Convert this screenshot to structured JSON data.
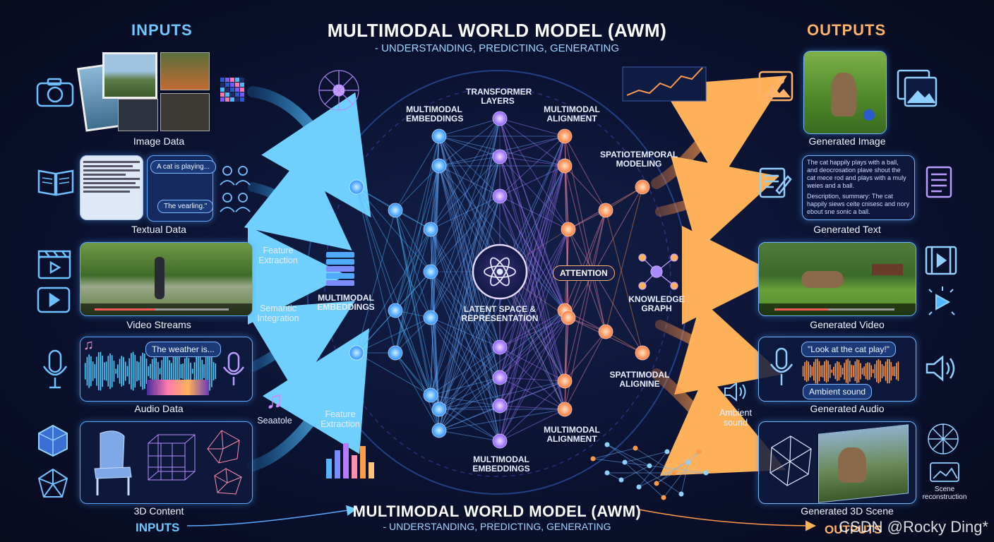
{
  "header": {
    "title": "MULTIMODAL WORLD MODEL (AWM)",
    "subtitle": "- UNDERSTANDING, PREDICTING, GENERATING"
  },
  "footer": {
    "title": "MULTIMODAL WORLD MODEL (AWM)",
    "subtitle": "- UNDERSTANDING, PREDICTING, GENERATING",
    "inputs_label": "INPUTS",
    "outputs_label": "OUTPUTS"
  },
  "inputs": {
    "heading": "INPUTS",
    "items": [
      {
        "caption": "Image Data"
      },
      {
        "caption": "Textual Data",
        "bubble1": "A cat is playing...",
        "bubble2": "The vearling.\""
      },
      {
        "caption": "Video Streams"
      },
      {
        "caption": "Audio Data",
        "bubble1": "The weather is..."
      },
      {
        "caption": "3D Content"
      }
    ]
  },
  "outputs": {
    "heading": "OUTPUTS",
    "items": [
      {
        "caption": "Generated Image"
      },
      {
        "caption": "Generated Text",
        "text1": "The cat happily plays with a ball, and deocrosation plave shout the cat mece rod and plays with a muly weies and a ball.",
        "text2": "Description, summary: The cat happily siews ceite cnisesc and nory ebout sne sonic a ball."
      },
      {
        "caption": "Generated Video"
      },
      {
        "caption": "Generated Audio",
        "bubble1": "\"Look at the cat play!\"",
        "bubble2": "Ambient sound"
      },
      {
        "caption": "Generated 3D Scene",
        "side": "Scene reconstruction"
      }
    ]
  },
  "network": {
    "top_left": "MULTIMODAL EMBEDDINGS",
    "top_mid": "TRANSFORMER LAYERS",
    "top_right": "MULTIMODAL ALIGNMENT",
    "spatiotemporal": "SPATIOTEMPORAL MODELING",
    "left_mid": "MULTIMODAL EMBEDDINGS",
    "center": "LATENT SPACE & REPRESENTATION",
    "attention": "ATTENTION",
    "knowledge": "KNOWLEDGE GRAPH",
    "spat_align": "SPATTIMODAL ALIGNINE",
    "bottom_right": "MULTIMODAL ALIGNMENT",
    "bottom_mid": "MULTIMODAL EMBEDDINGS"
  },
  "flows": {
    "feature_extraction_1": "Feature Extraction",
    "semantic_integration": "Semantic Integration",
    "seaatole": "Seaatole",
    "feature_extraction_2": "Feature Extraction",
    "ambient": "Ambient sound"
  },
  "watermark": "CSDN @Rocky Ding*",
  "colors": {
    "blue": "#4fb7ff",
    "purple": "#9b7bff",
    "orange": "#ff9a4a",
    "accent_title": "#ffb36a"
  }
}
